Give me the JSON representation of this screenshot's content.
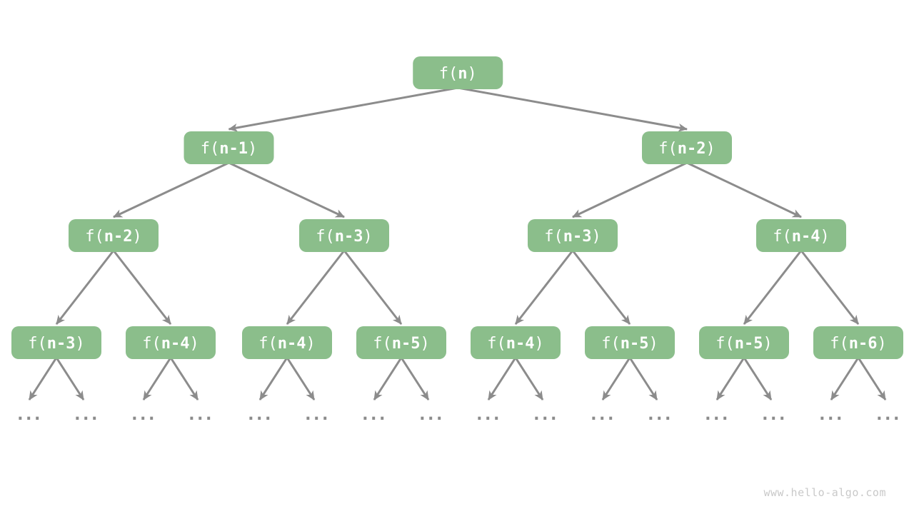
{
  "diagram": {
    "type": "tree",
    "title": "recursion-tree",
    "levels": [
      [
        "f(n)"
      ],
      [
        "f(n-1)",
        "f(n-2)"
      ],
      [
        "f(n-2)",
        "f(n-3)",
        "f(n-3)",
        "f(n-4)"
      ],
      [
        "f(n-3)",
        "f(n-4)",
        "f(n-4)",
        "f(n-5)",
        "f(n-4)",
        "f(n-5)",
        "f(n-5)",
        "f(n-6)"
      ]
    ],
    "leaf_ellipsis": "...",
    "colors": {
      "background": "#FFFFFF",
      "node_fill": "#8BBE8B",
      "node_text": "#FFFFFF",
      "edge": "#8C8C8C",
      "ellipsis": "#8C8C8C",
      "watermark": "#C9C9C9"
    }
  },
  "watermark": {
    "text": "www.hello-algo.com"
  }
}
